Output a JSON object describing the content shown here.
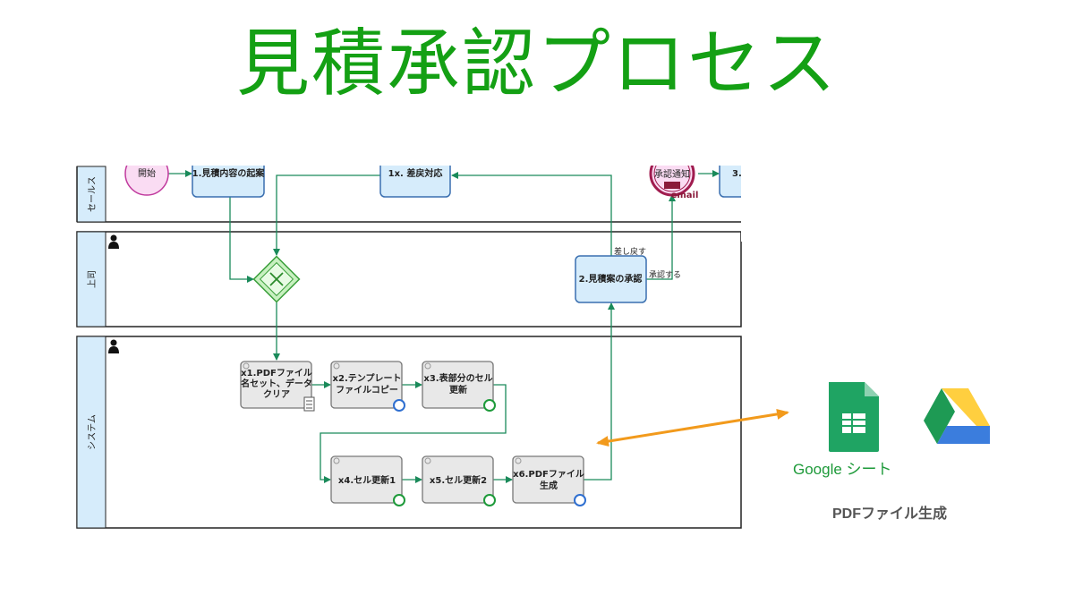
{
  "title": "見積承認プロセス",
  "lanes": [
    "セールス",
    "上司",
    "システム"
  ],
  "nodes": {
    "start": "開始",
    "n1": "1.見積内容の起案",
    "n1x": "1x. 差戻対応",
    "notify": "承認通知",
    "email": "email",
    "n3": "3.",
    "n2": "2.見積案の承認",
    "x1": [
      "x1.PDFファイル",
      "名セット、データ",
      "クリア"
    ],
    "x2": [
      "x2.テンプレート",
      "ファイルコピー"
    ],
    "x3": [
      "x3.表部分のセル",
      "更新"
    ],
    "x4": "x4.セル更新1",
    "x5": "x5.セル更新2",
    "x6": [
      "x6.PDFファイル",
      "生成"
    ]
  },
  "edge_labels": {
    "reject": "差し戻す",
    "approve": "承認する"
  },
  "side": {
    "sheets_label": "Google シート",
    "pdf_label": "PDFファイル生成"
  },
  "colors": {
    "title": "#14a014",
    "arrow": "#1a8a5a",
    "orange": "#f29a1c",
    "task_fill": "#d6ecfb",
    "task_stroke": "#3a6fb0",
    "sys_fill": "#e8e8e8"
  },
  "icons": [
    "google-sheets-icon",
    "google-drive-icon",
    "person-icon",
    "gear-icon",
    "envelope-icon",
    "calculator-icon"
  ]
}
